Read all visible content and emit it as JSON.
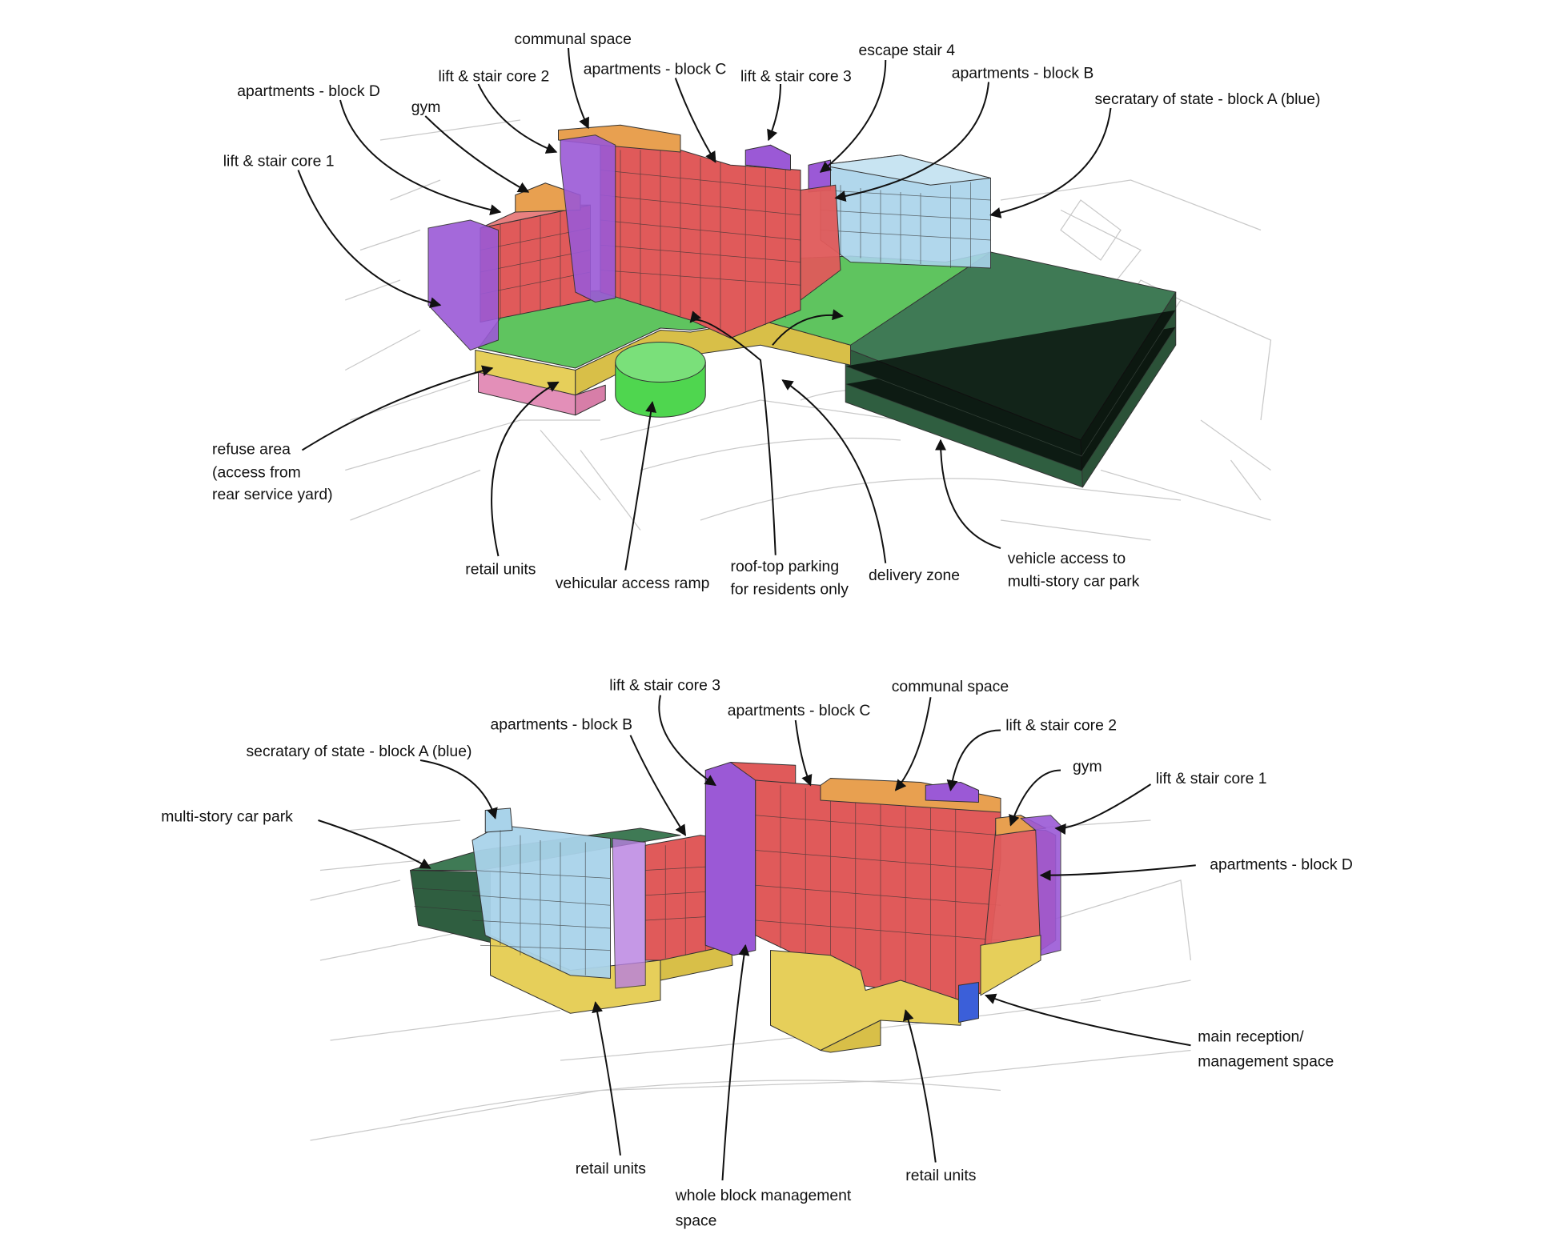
{
  "top_diagram": {
    "labels": {
      "communal_space": "communal space",
      "lift_core_2": "lift & stair core 2",
      "apartments_c": "apartments - block C",
      "lift_core_3": "lift & stair core 3",
      "escape_stair_4": "escape stair 4",
      "apartments_b": "apartments - block B",
      "block_a": "secratary of state - block A (blue)",
      "apartments_d": "apartments - block D",
      "gym": "gym",
      "lift_core_1": "lift & stair core 1",
      "refuse_1": "refuse area",
      "refuse_2": "(access from",
      "refuse_3": "rear service yard)",
      "retail": "retail units",
      "ramp": "vehicular access ramp",
      "rooftop_1": "roof-top parking",
      "rooftop_2": "for residents only",
      "delivery": "delivery zone",
      "vehicle_1": "vehicle access to",
      "vehicle_2": "multi-story car park"
    }
  },
  "bottom_diagram": {
    "labels": {
      "lift_core_3": "lift & stair core 3",
      "communal_space": "communal space",
      "apartments_b": "apartments - block B",
      "apartments_c": "apartments - block C",
      "lift_core_2": "lift & stair core 2",
      "block_a": "secratary of state - block A (blue)",
      "gym": "gym",
      "lift_core_1": "lift & stair core 1",
      "car_park": "multi-story car park",
      "apartments_d": "apartments - block D",
      "reception_1": "main reception/",
      "reception_2": "management space",
      "retail_left": "retail units",
      "management_1": "whole block management",
      "management_2": "space",
      "retail_right": "retail units"
    }
  },
  "colors": {
    "apartments": "#e05a5a",
    "cores": "#9b59d6",
    "communal": "#e8a050",
    "block_a": "#a9d3ea",
    "podium_roof": "#5fc45f",
    "retail": "#e6cf5a",
    "car_park": "#356b4a",
    "refuse": "#e38fb8",
    "reception": "#3b5fd9"
  }
}
